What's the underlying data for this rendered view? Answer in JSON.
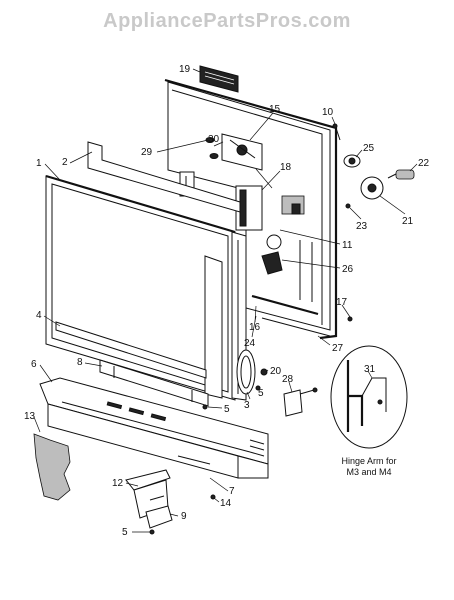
{
  "watermark": "AppliancePartsPros.com",
  "callouts": {
    "c1": "1",
    "c2": "2",
    "c3": "3",
    "c4": "4",
    "c5a": "5",
    "c5b": "5",
    "c5c": "5",
    "c6": "6",
    "c7": "7",
    "c8": "8",
    "c9": "9",
    "c10": "10",
    "c11": "11",
    "c12": "12",
    "c13": "13",
    "c14": "14",
    "c15": "15",
    "c16": "16",
    "c17": "17",
    "c18": "18",
    "c19": "19",
    "c20": "20",
    "c21": "21",
    "c22": "22",
    "c23": "23",
    "c24": "24",
    "c25": "25",
    "c26": "26",
    "c27": "27",
    "c28": "28",
    "c29": "29",
    "c30": "30",
    "c31": "31"
  },
  "inset": {
    "caption_line1": "Hinge Arm for",
    "caption_line2": "M3 and M4"
  }
}
